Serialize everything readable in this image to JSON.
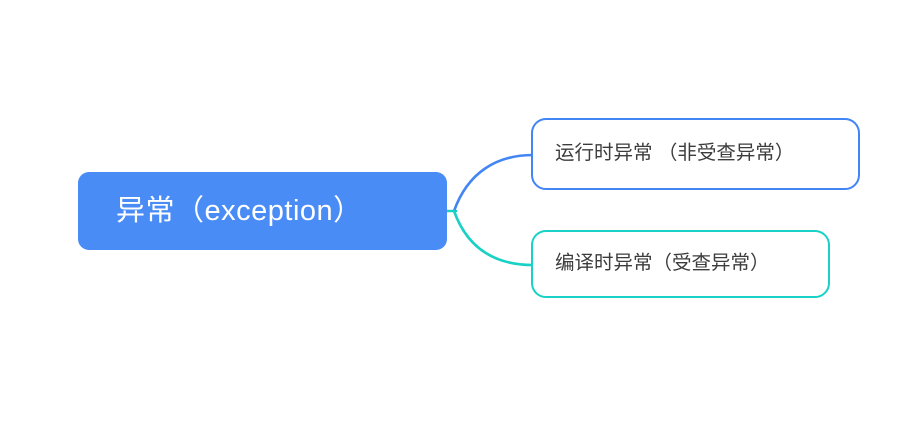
{
  "diagram": {
    "type": "mind-map",
    "background_color": "#ffffff",
    "root": {
      "label": "异常（exception）",
      "fill_color": "#4a8cf5",
      "text_color": "#ffffff"
    },
    "branches": [
      {
        "id": "runtime",
        "label": "运行时异常 （非受查异常）",
        "border_color": "#4285f4",
        "fill_color": "#ffffff",
        "text_color": "#3c3c3c"
      },
      {
        "id": "compile",
        "label": "编译时异常（受查异常）",
        "border_color": "#19d1c4",
        "fill_color": "#ffffff",
        "text_color": "#3c3c3c"
      }
    ],
    "connectors": [
      {
        "id": "connector-root-to-runtime",
        "color": "#4285f4"
      },
      {
        "id": "connector-root-to-compile",
        "color": "#19d1c4"
      }
    ]
  }
}
